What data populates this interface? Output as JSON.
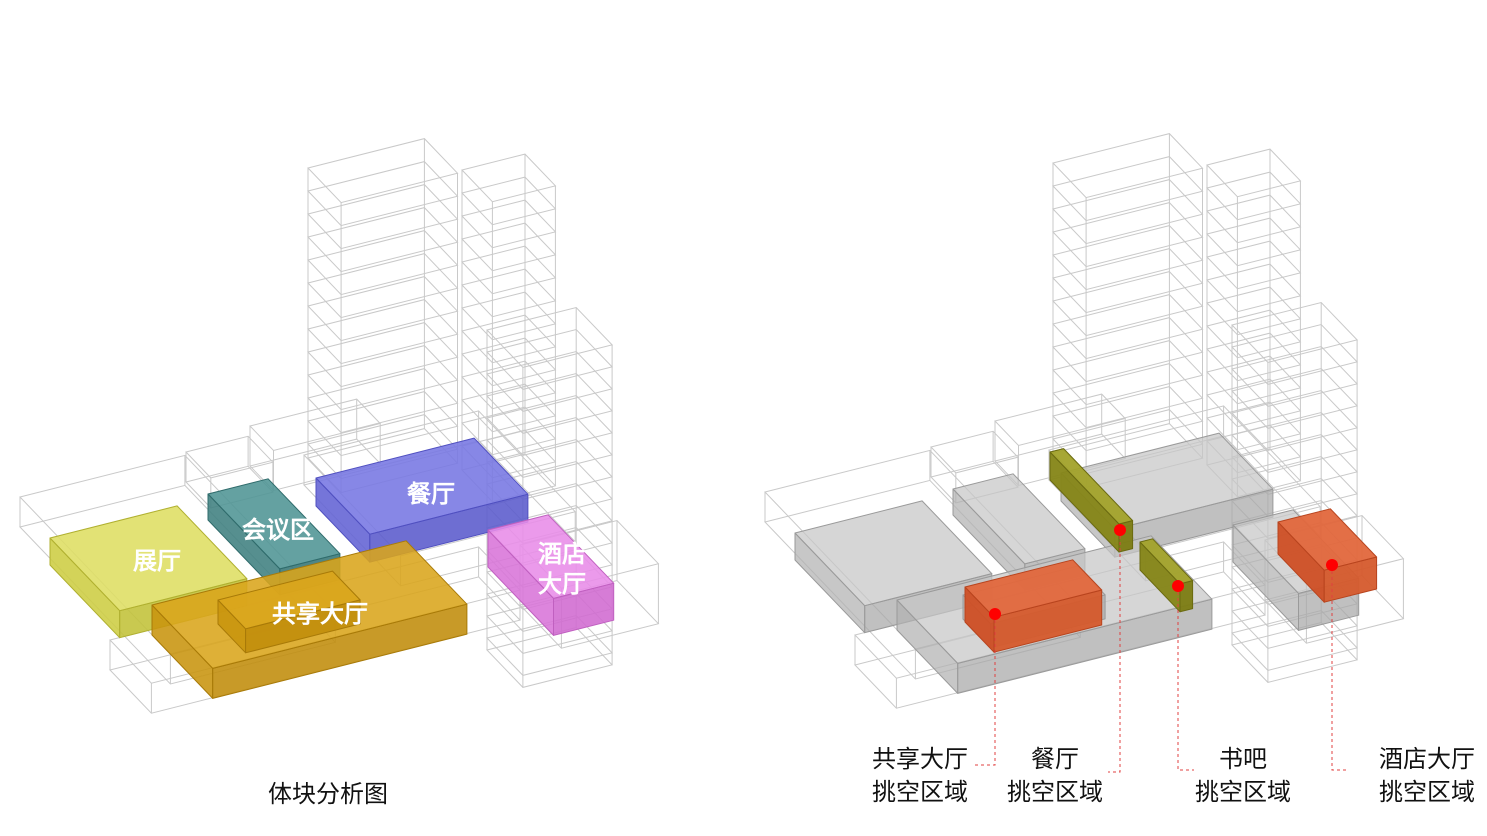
{
  "left_diagram": {
    "caption": "体块分析图",
    "labels": {
      "exhibition": "展厅",
      "meeting": "会议区",
      "dining": "餐厅",
      "hotel_lobby_line1": "酒店",
      "hotel_lobby_line2": "大厅",
      "shared_hall": "共享大厅"
    }
  },
  "right_diagram": {
    "callouts": [
      {
        "title": "共享大厅",
        "subtitle": "挑空区域"
      },
      {
        "title": "餐厅",
        "subtitle": "挑空区域"
      },
      {
        "title": "书吧",
        "subtitle": "挑空区域"
      },
      {
        "title": "酒店大厅",
        "subtitle": "挑空区域"
      }
    ]
  },
  "colors": {
    "wireframe": "#c9c9c9",
    "exhibition": {
      "top": "#dede62",
      "left": "#cdcd42",
      "front": "#c2c238",
      "edge": "#b0b030"
    },
    "meeting": {
      "top": "#4e9494",
      "left": "#3f8080",
      "front": "#367575",
      "edge": "#2f6b6b"
    },
    "dining": {
      "top": "#7676e2",
      "left": "#6262d4",
      "front": "#5a5acc",
      "edge": "#5050c0"
    },
    "hotel": {
      "top": "#e88ce8",
      "left": "#d874d8",
      "front": "#d06ad0",
      "edge": "#c060c0"
    },
    "shared": {
      "top": "#d9a51b",
      "left": "#c8940e",
      "front": "#c08c0a",
      "edge": "#a87a08"
    },
    "gray": {
      "top": "#c6c6c6",
      "left": "#b2b2b2",
      "front": "#a8a8a8",
      "edge": "#9a9a9a"
    },
    "void_red": {
      "top": "#e2673c",
      "left": "#cf4f25",
      "front": "#d55a2c",
      "edge": "#b8441e"
    },
    "void_olive": {
      "top": "#a2a22a",
      "left": "#858516",
      "front": "#7c7c12",
      "edge": "#6a6a10"
    },
    "dot": "#ff0000",
    "leader": "#e04040"
  }
}
